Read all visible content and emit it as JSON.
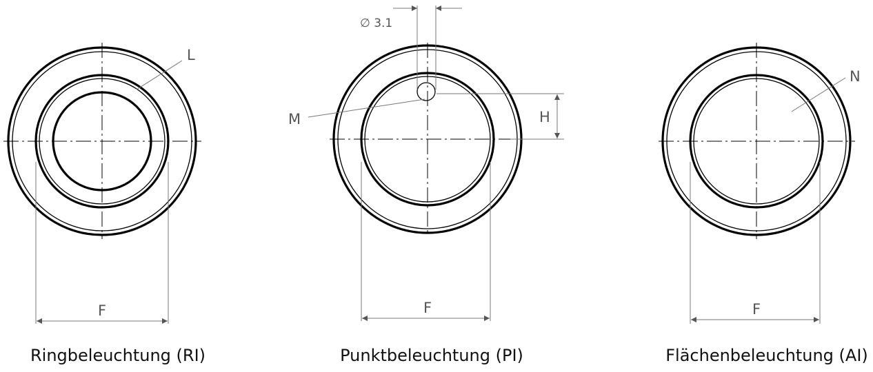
{
  "views": [
    {
      "caption": "Ringbeleuchtung (RI)",
      "dimension_label": "F",
      "callout": "L"
    },
    {
      "caption": "Punktbeleuchtung (PI)",
      "dimension_label": "F",
      "callout": "M",
      "height_label": "H",
      "hole_diameter_label": "∅ 3.1"
    },
    {
      "caption": "Flächenbeleuchtung (AI)",
      "dimension_label": "F",
      "callout": "N"
    }
  ]
}
